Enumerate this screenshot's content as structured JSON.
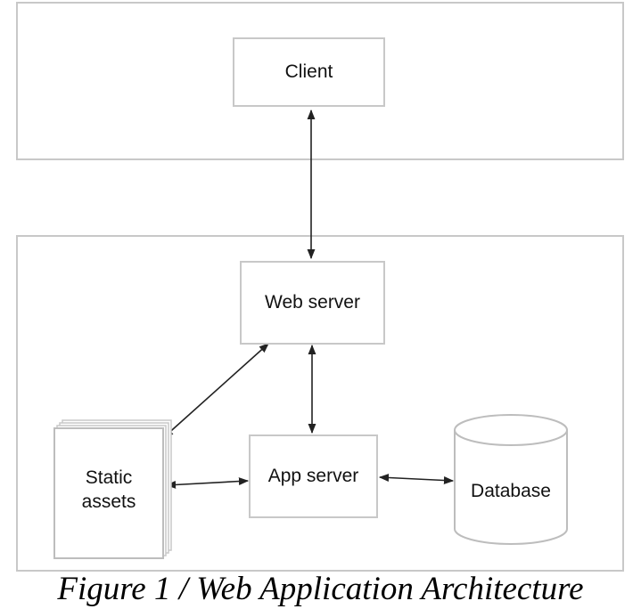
{
  "nodes": {
    "client": "Client",
    "web_server": "Web server",
    "static_assets": "Static\nassets",
    "app_server": "App server",
    "database": "Database"
  },
  "caption": "Figure 1 / Web Application Architecture",
  "edges": [
    {
      "from": "client",
      "to": "web_server",
      "bidirectional": true
    },
    {
      "from": "web_server",
      "to": "static_assets",
      "bidirectional": true
    },
    {
      "from": "web_server",
      "to": "app_server",
      "bidirectional": true
    },
    {
      "from": "static_assets",
      "to": "app_server",
      "bidirectional": true
    },
    {
      "from": "app_server",
      "to": "database",
      "bidirectional": true
    }
  ],
  "colors": {
    "border": "#c8c8c8",
    "arrow": "#222222",
    "text": "#111111"
  }
}
